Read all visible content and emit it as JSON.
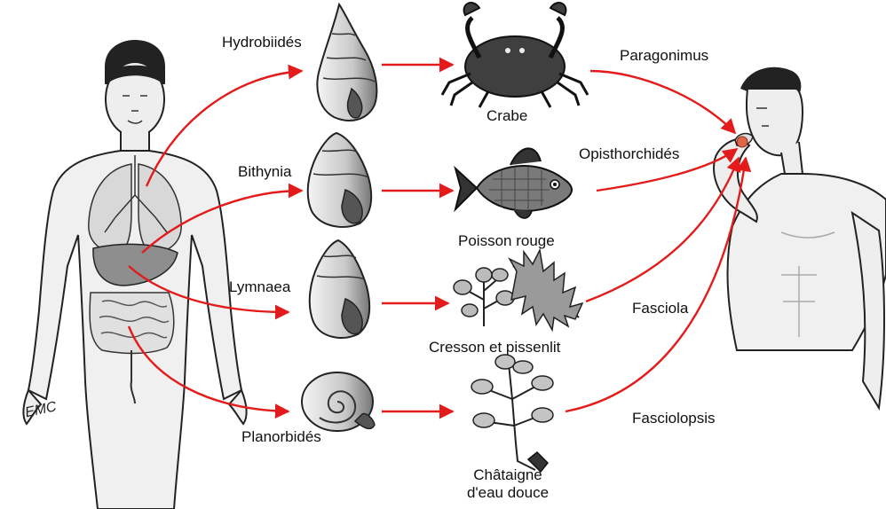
{
  "signature": "EMC",
  "accent_color": "#e31b1b",
  "icons": [
    "human-anatomy-figure",
    "snail-icon",
    "crab-icon",
    "fish-icon",
    "watercress-icon",
    "dandelion-icon",
    "planorbid-shell-icon",
    "water-chestnut-plant-icon",
    "eating-man-figure"
  ],
  "hosts": {
    "hydrobiides": "Hydrobiidés",
    "bithynia": "Bithynia",
    "lymnaea": "Lymnaea",
    "planorbides": "Planorbidés"
  },
  "foods": {
    "crabe": "Crabe",
    "poisson": "Poisson rouge",
    "cresson": "Cresson et pissenlit",
    "chataigne_l1": "Châtaigne",
    "chataigne_l2": "d'eau douce"
  },
  "parasites": {
    "paragonimus": "Paragonimus",
    "opisthorchides": "Opisthorchidés",
    "fasciola": "Fasciola",
    "fasciolopsis": "Fasciolopsis"
  }
}
